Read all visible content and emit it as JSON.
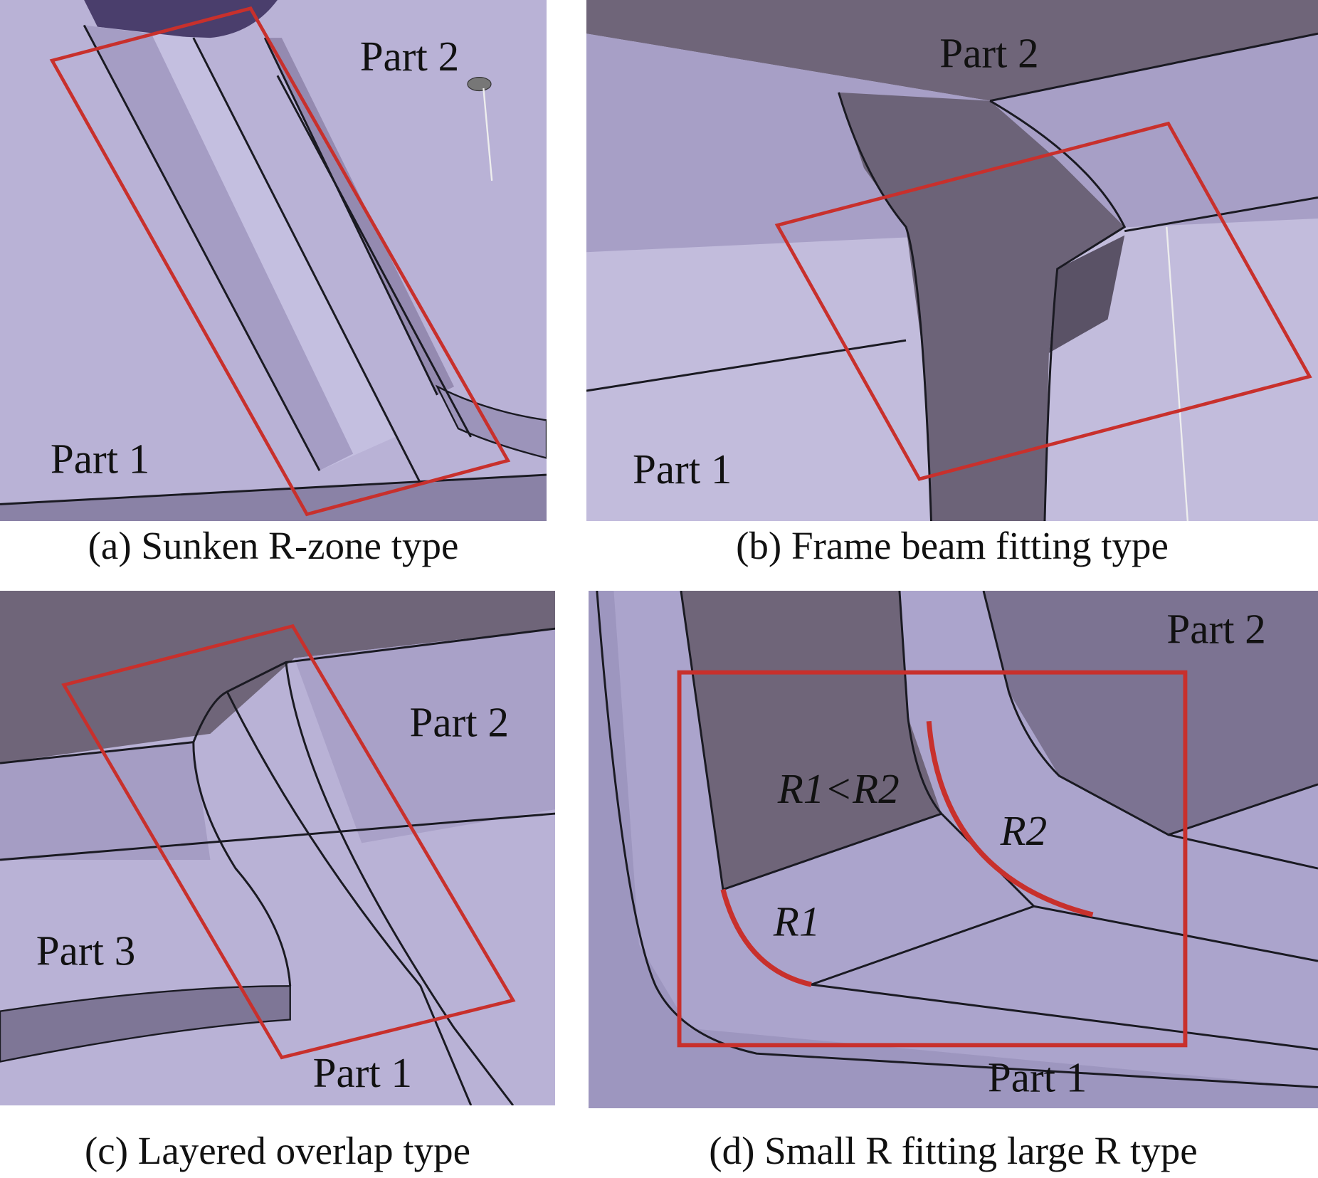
{
  "panels": [
    {
      "id": "a",
      "caption": "(a) Sunken R-zone type",
      "labels": {
        "part2": "Part 2",
        "part1": "Part 1"
      }
    },
    {
      "id": "b",
      "caption": "(b) Frame beam fitting type",
      "labels": {
        "part2": "Part 2",
        "part1": "Part 1"
      }
    },
    {
      "id": "c",
      "caption": "(c) Layered overlap type",
      "labels": {
        "part2": "Part 2",
        "part3": "Part 3",
        "part1": "Part 1"
      }
    },
    {
      "id": "d",
      "caption": "(d) Small R fitting large R type",
      "labels": {
        "part2": "Part 2",
        "part1": "Part 1",
        "r_compare": "R1<R2",
        "r2": "R2",
        "r1": "R1"
      }
    }
  ],
  "colors": {
    "highlight": "#c8302c",
    "surface": "#b9b2d6",
    "shadow": "#6e6580",
    "edge": "#1a1a22"
  }
}
